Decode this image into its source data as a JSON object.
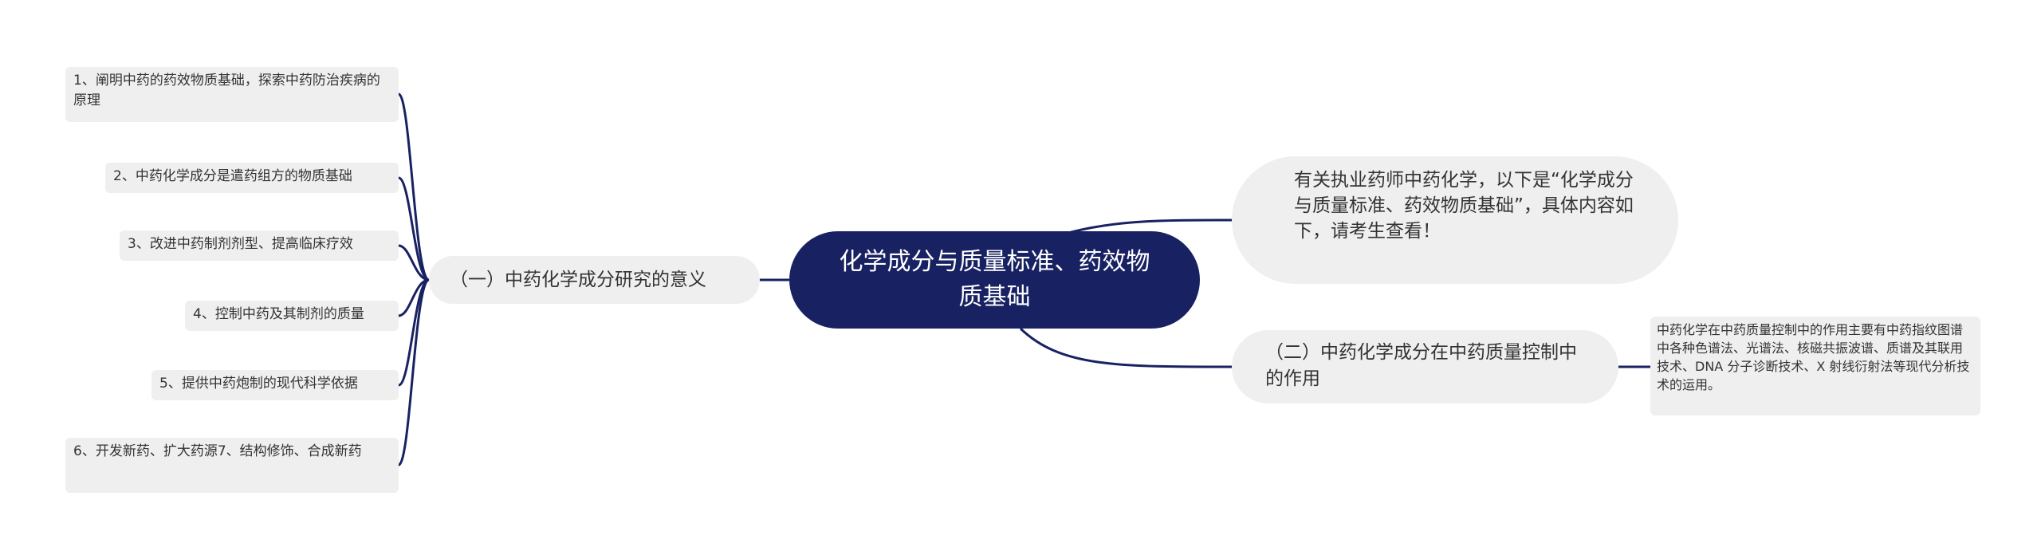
{
  "colors": {
    "root_bg": "#182262",
    "node_bg": "#efefef",
    "line": "#182262"
  },
  "root": {
    "text": "化学成分与质量标准、药效物质基础"
  },
  "left_branch": {
    "label": "（一）中药化学成分研究的意义",
    "items": [
      "1、阐明中药的药效物质基础，探索中药防治疾病的原理",
      "2、中药化学成分是遣药组方的物质基础",
      "3、改进中药制剂剂型、提高临床疗效",
      "4、控制中药及其制剂的质量",
      "5、提供中药炮制的现代科学依据",
      "6、开发新药、扩大药源7、结构修饰、合成新药"
    ]
  },
  "right_top": {
    "text": "有关执业药师中药化学，以下是“化学成分与质量标准、药效物质基础”，具体内容如下，请考生查看！"
  },
  "right_branch": {
    "label": "（二）中药化学成分在中药质量控制中的作用",
    "detail": "中药化学在中药质量控制中的作用主要有中药指纹图谱中各种色谱法、光谱法、核磁共振波谱、质谱及其联用技术、DNA 分子诊断技术、X 射线衍射法等现代分析技术的运用。"
  }
}
